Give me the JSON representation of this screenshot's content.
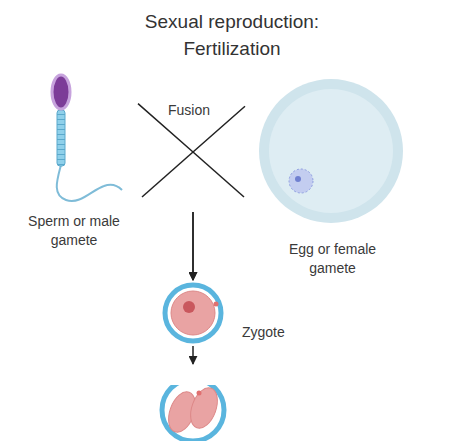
{
  "diagram": {
    "title": "Sexual reproduction: Fertilization",
    "nodes": [
      {
        "text": [
          "Sperm or male gamete"
        ]
      },
      {
        "text": [
          "Egg or female gamete"
        ]
      },
      {
        "text": [
          "Zygote"
        ]
      }
    ],
    "edges": [
      {
        "from": 0,
        "to": 2,
        "arrow": "to"
      },
      {
        "from": 1,
        "to": 2,
        "arrow": "to"
      }
    ],
    "labels": [
      "Fusion"
    ]
  }
}
